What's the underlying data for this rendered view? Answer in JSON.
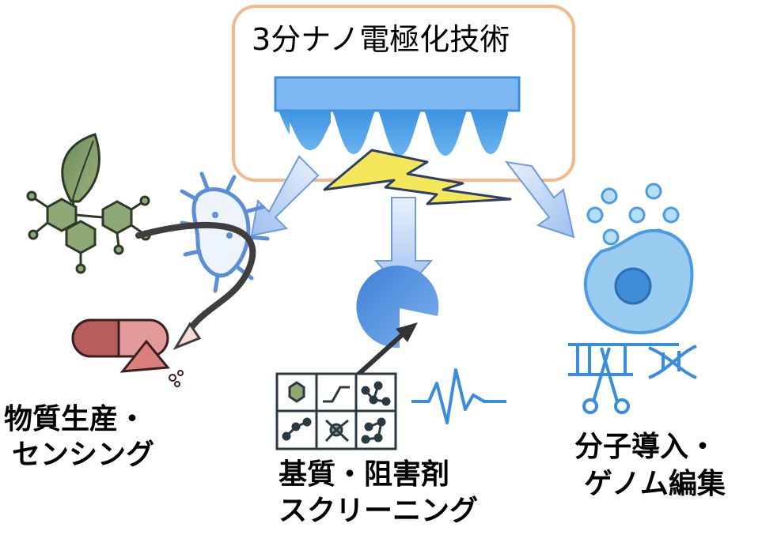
{
  "top_box": {
    "title": "3分ナノ電極化技術",
    "border_color": "#F2B98A",
    "electrode_color": "#4A9BE4"
  },
  "labels": {
    "left_line1": "物質生産・",
    "left_line2": "センシング",
    "center_line1": "基質・阻害剤",
    "center_line2": "スクリーニング",
    "right_line1": "分子導入・",
    "right_line2": "ゲノム編集"
  },
  "colors": {
    "arrow_fill": "#A9C8F2",
    "lightning": "#F4E85A",
    "leaf": "#7D9A67",
    "capsule": "#D47B7B",
    "enzyme": "#4A8BDB",
    "cell": "#5AA8E6"
  },
  "icons": [
    "nano-electrode-icon",
    "lightning-icon",
    "plant-leaf-icon",
    "molecule-icon",
    "bacterium-icon",
    "capsule-pill-icon",
    "enzyme-pacman-icon",
    "screening-grid-icon",
    "waveform-icon",
    "cell-icon",
    "dna-scissors-icon"
  ]
}
